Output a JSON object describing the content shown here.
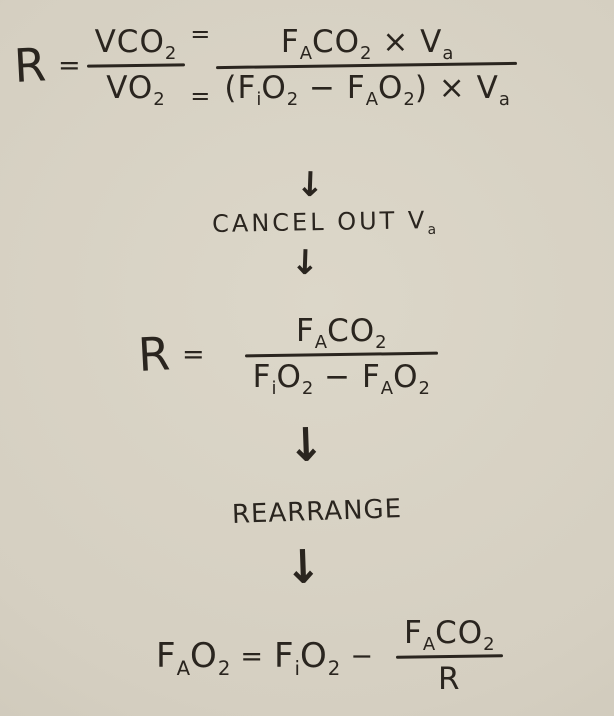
{
  "page": {
    "paper_color": "#d5cfc1",
    "paper_edge_color": "#c7c1b2",
    "ink_color": "#2a251f"
  },
  "icons": {
    "down_arrow": "↓"
  },
  "derivation": {
    "step1": {
      "lhs": [
        {
          "t": "R"
        }
      ],
      "equals": "=",
      "left_fraction": {
        "numerator": [
          {
            "t": "VCO"
          },
          {
            "t": "2",
            "sub": true
          }
        ],
        "denominator": [
          {
            "t": "VO"
          },
          {
            "t": "2",
            "sub": true
          }
        ]
      },
      "equals_top": "=",
      "equals_bottom": "=",
      "right_fraction": {
        "numerator": [
          {
            "t": "F"
          },
          {
            "t": "A",
            "sub": true
          },
          {
            "t": "CO"
          },
          {
            "t": "2",
            "sub": true
          },
          {
            "t": " × "
          },
          {
            "t": "V"
          },
          {
            "t": "a",
            "sub": true
          }
        ],
        "denominator": [
          {
            "t": "(F"
          },
          {
            "t": "i",
            "sub": true
          },
          {
            "t": "O"
          },
          {
            "t": "2",
            "sub": true
          },
          {
            "t": " − F"
          },
          {
            "t": "A",
            "sub": true
          },
          {
            "t": "O"
          },
          {
            "t": "2",
            "sub": true
          },
          {
            "t": ") × V"
          },
          {
            "t": "a",
            "sub": true
          }
        ]
      }
    },
    "cancel_label": [
      {
        "t": "CANCEL OUT "
      },
      {
        "t": "V"
      },
      {
        "t": "a",
        "sub": true
      }
    ],
    "step2": {
      "lhs": [
        {
          "t": "R"
        }
      ],
      "equals": "=",
      "fraction": {
        "numerator": [
          {
            "t": "F"
          },
          {
            "t": "A",
            "sub": true
          },
          {
            "t": "CO"
          },
          {
            "t": "2",
            "sub": true
          }
        ],
        "denominator": [
          {
            "t": "F"
          },
          {
            "t": "i",
            "sub": true
          },
          {
            "t": "O"
          },
          {
            "t": "2",
            "sub": true
          },
          {
            "t": " − F"
          },
          {
            "t": "A",
            "sub": true
          },
          {
            "t": "O"
          },
          {
            "t": "2",
            "sub": true
          }
        ]
      }
    },
    "rearrange_label": [
      {
        "t": "REARRANGE"
      }
    ],
    "step3": {
      "lhs": [
        {
          "t": "F"
        },
        {
          "t": "A",
          "sub": true
        },
        {
          "t": "O"
        },
        {
          "t": "2",
          "sub": true
        }
      ],
      "equals": "=",
      "rhs_first": [
        {
          "t": "F"
        },
        {
          "t": "i",
          "sub": true
        },
        {
          "t": "O"
        },
        {
          "t": "2",
          "sub": true
        }
      ],
      "minus": "−",
      "fraction": {
        "numerator": [
          {
            "t": "F"
          },
          {
            "t": "A",
            "sub": true
          },
          {
            "t": "CO"
          },
          {
            "t": "2",
            "sub": true
          }
        ],
        "denominator": [
          {
            "t": "R"
          }
        ]
      }
    }
  }
}
